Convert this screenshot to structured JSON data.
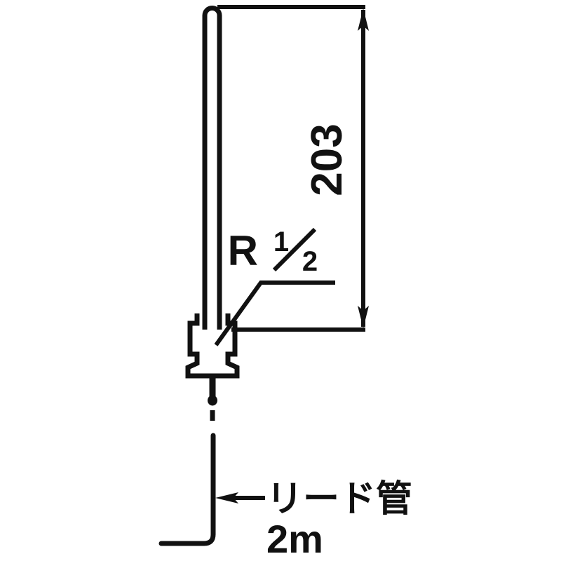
{
  "drawing": {
    "title": "temperature-probe-dimension-drawing",
    "background_color": "#ffffff",
    "line_color": "#111111",
    "dimensions": {
      "insertion_length": {
        "value": "203",
        "unit_implied": "mm",
        "orientation": "vertical",
        "text_rotation_deg": -90
      }
    },
    "labels": {
      "thread_prefix": "R",
      "thread_fraction_numerator": "1",
      "thread_fraction_denominator": "2",
      "thread_full": "R1/2",
      "lead_tube_jp": "リード管",
      "lead_tube_length": "2m"
    }
  }
}
